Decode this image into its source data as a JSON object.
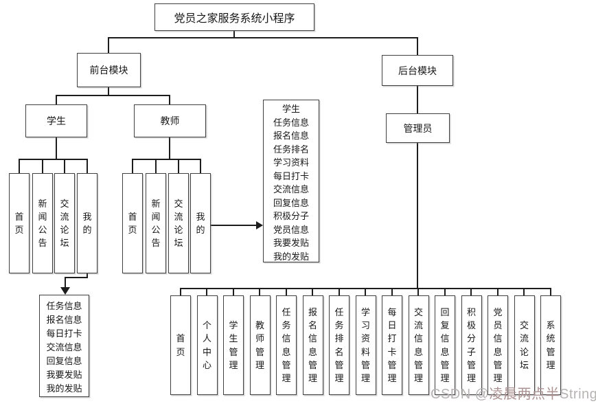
{
  "title": "党员之家服务系统小程序",
  "modules": {
    "front": "前台模块",
    "back": "后台模块"
  },
  "roles": {
    "student": "学生",
    "teacher": "教师",
    "admin": "管理员"
  },
  "student_children": [
    "首页",
    "新闻公告",
    "交流论坛",
    "我的"
  ],
  "teacher_children": [
    "首页",
    "新闻公告",
    "交流论坛",
    "我的"
  ],
  "teacher_detail_list": [
    "学生",
    "任务信息",
    "报名信息",
    "任务排名",
    "学习资料",
    "每日打卡",
    "交流信息",
    "回复信息",
    "积极分子",
    "党员信息",
    "我要发贴",
    "我的发贴"
  ],
  "student_detail_list": [
    "任务信息",
    "报名信息",
    "每日打卡",
    "交流信息",
    "回复信息",
    "我要发贴",
    "我的发贴"
  ],
  "admin_children": [
    "首页",
    "个人中心",
    "学生管理",
    "教师管理",
    "任务信息管理",
    "报名信息管理",
    "任务排名管理",
    "学习资料管理",
    "每日打卡管理",
    "交流信息管理",
    "回复信息管理",
    "积极分子管理",
    "党员信息管理",
    "交流论坛",
    "系统管理"
  ],
  "watermark": {
    "prefix": "CSDN @",
    "name": "凌晨两点半",
    "suffix": "String"
  },
  "icons": {
    "flow_arrow_to_teacher_detail": "arrow-right-icon",
    "flow_arrow_to_student_detail": "arrow-down-icon"
  },
  "colors": {
    "background": "#ffffff",
    "line": "#1c1c1c",
    "box_border": "#3f3f3f",
    "text": "#161616",
    "watermark_gray": "#b7b3b3",
    "watermark_name": "#ad9292"
  }
}
